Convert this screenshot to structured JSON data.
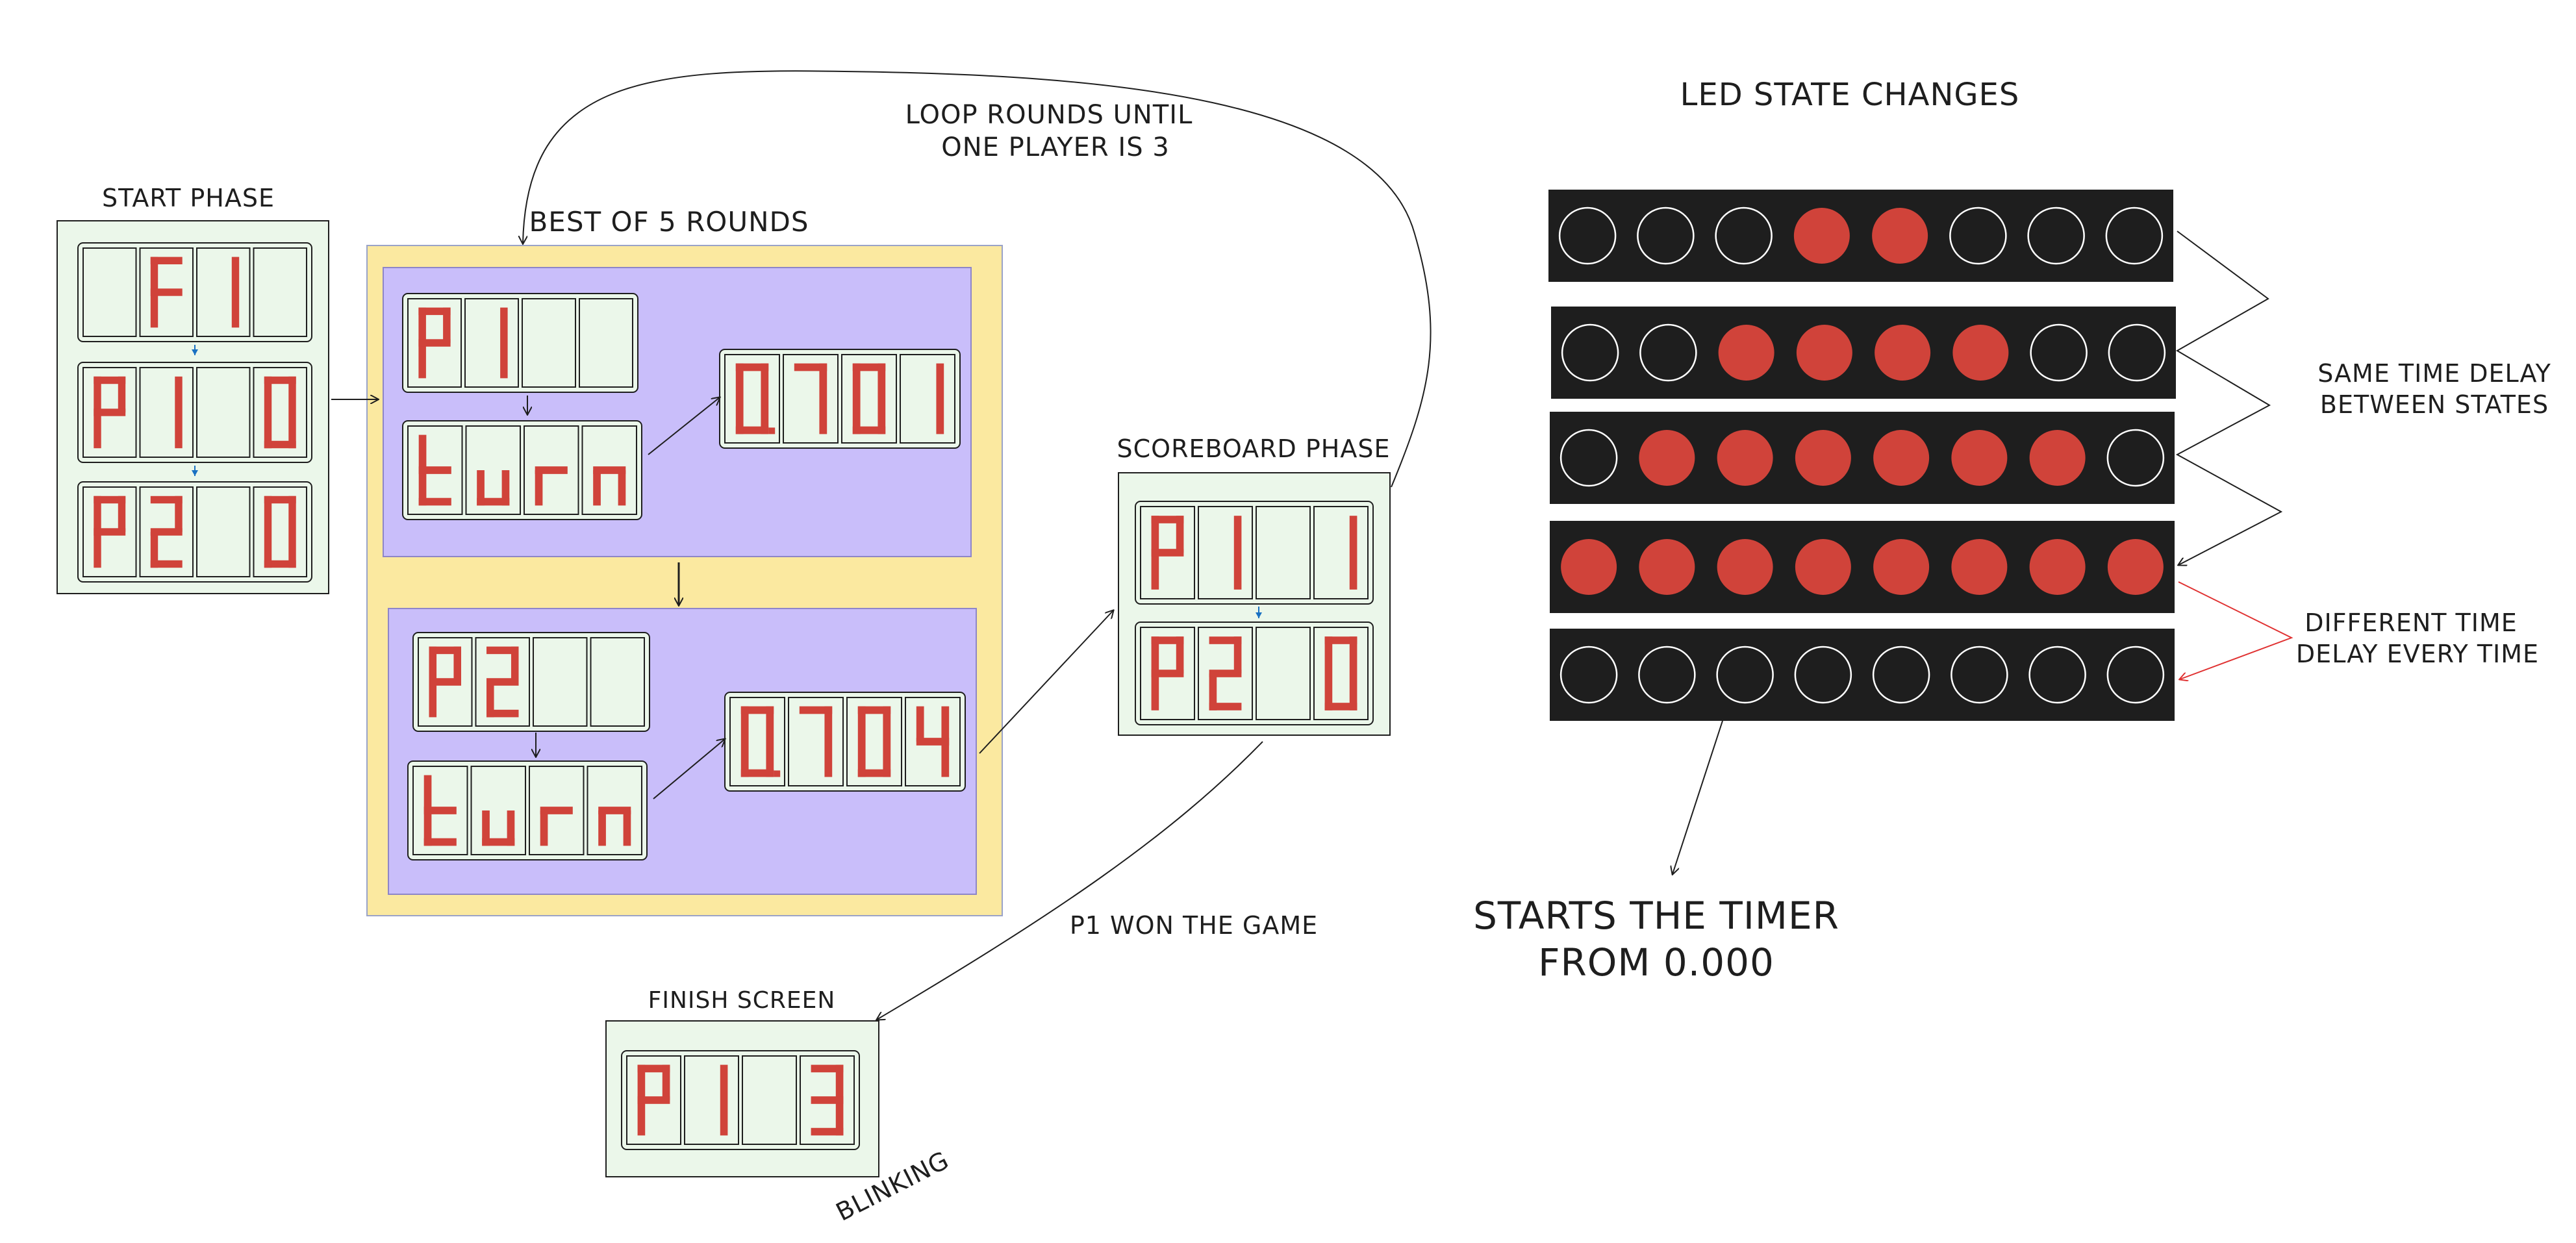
{
  "labels": {
    "start_phase": "START PHASE",
    "best_of_5": "BEST OF 5 ROUNDS",
    "loop_rounds_1": "LOOP ROUNDS UNTIL",
    "loop_rounds_2": "ONE PLAYER IS 3",
    "scoreboard_phase": "SCOREBOARD PHASE",
    "finish_screen": "FINISH SCREEN",
    "blinking": "BLINKING",
    "p1_won": "P1 WON THE GAME",
    "led_title": "LED STATE CHANGES",
    "same_delay_1": "SAME TIME DELAY",
    "same_delay_2": "BETWEEN STATES",
    "diff_delay_1": "DIFFERENT TIME",
    "diff_delay_2": "DELAY EVERY TIME",
    "starts_timer_1": "STARTS THE TIMER",
    "starts_timer_2": "FROM 0.000"
  },
  "displays": {
    "start_1": [
      "",
      "F",
      "1",
      ""
    ],
    "start_2": [
      "P",
      "1",
      "",
      "0"
    ],
    "start_3": [
      "P",
      "2",
      "",
      "0"
    ],
    "round1_player": [
      "P",
      "1",
      "",
      ""
    ],
    "round1_turn": [
      "t",
      "u",
      "r",
      "n"
    ],
    "round1_time": [
      "0.",
      "7",
      "0",
      "1"
    ],
    "round2_player": [
      "P",
      "2",
      "",
      ""
    ],
    "round2_turn": [
      "t",
      "u",
      "r",
      "n"
    ],
    "round2_time": [
      "0.",
      "7",
      "0",
      "4"
    ],
    "score_p1": [
      "P",
      "1",
      "",
      "1"
    ],
    "score_p2": [
      "P",
      "2",
      "",
      "0"
    ],
    "finish": [
      "P",
      "1",
      "",
      "3"
    ]
  },
  "led_states": [
    [
      0,
      0,
      0,
      1,
      1,
      0,
      0,
      0
    ],
    [
      0,
      0,
      1,
      1,
      1,
      1,
      0,
      0
    ],
    [
      0,
      1,
      1,
      1,
      1,
      1,
      1,
      0
    ],
    [
      1,
      1,
      1,
      1,
      1,
      1,
      1,
      1
    ],
    [
      0,
      0,
      0,
      0,
      0,
      0,
      0,
      0
    ]
  ],
  "colors": {
    "segment_red": "#d0433a",
    "display_bg": "#ebf7ea",
    "led_strip": "#1e1e1e",
    "round_bg": "#c9befa",
    "best_of_bg": "#fbe9a0",
    "red_arrow": "#e03131",
    "blue_arrow": "#1971c2"
  }
}
